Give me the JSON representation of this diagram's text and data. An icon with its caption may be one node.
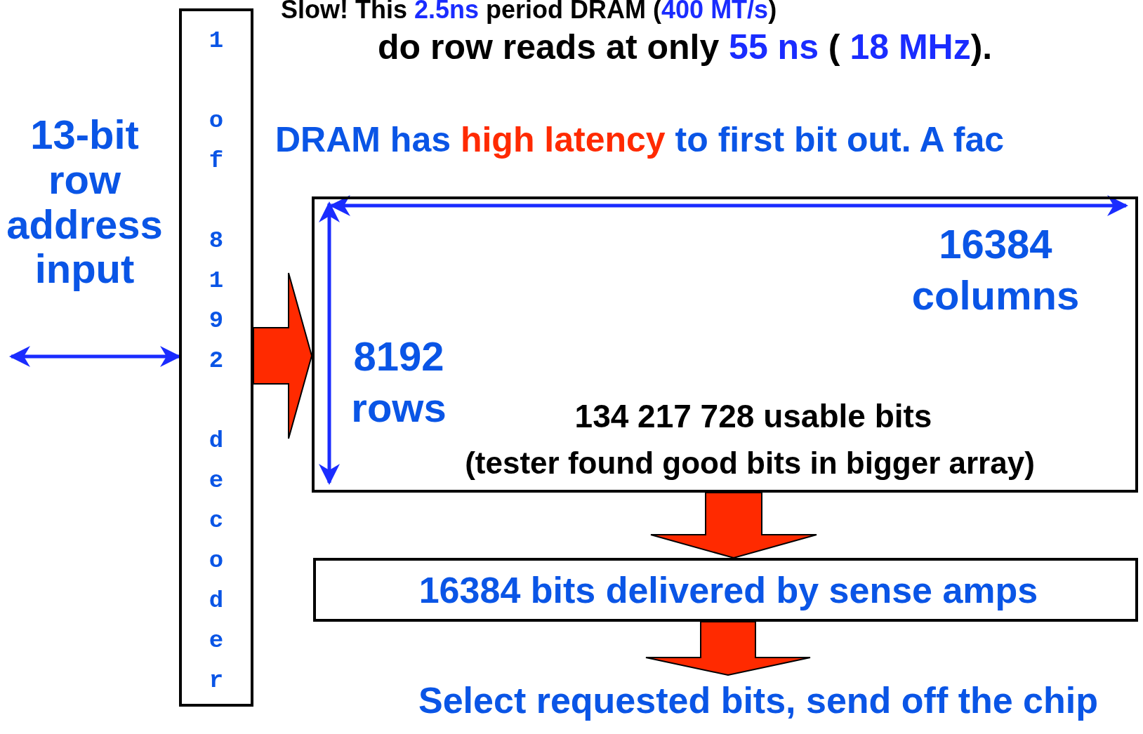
{
  "diagram": {
    "nodes": [
      {
        "text": [
          "13-bit row address input"
        ]
      },
      {
        "text": [
          "1 of 8192 decoder"
        ]
      },
      {
        "text": [
          "16384 columns",
          "8192 rows",
          "134 217 728 usable bits",
          "(tester found good bits in bigger array)"
        ]
      },
      {
        "text": [
          "16384 bits delivered by sense amps"
        ]
      },
      {
        "text": [
          "Select requested bits, send off the chip"
        ]
      }
    ],
    "edges": [
      {
        "from": null,
        "to": 1,
        "arrow": "both",
        "color": "#1a2cff"
      },
      {
        "from": 1,
        "to": 2,
        "arrow": "to"
      },
      {
        "from": 2,
        "to": 3,
        "arrow": "to"
      },
      {
        "from": 3,
        "to": 4,
        "arrow": "to"
      }
    ],
    "labels": [
      "Slow! This ",
      "2.5ns",
      " period DRAM (",
      "400 MT/s",
      ")",
      "do row reads at only ",
      "55 ns",
      " ( ",
      "18 MHz",
      ").",
      "DRAM has ",
      "high latency",
      " to first bit out. A fac"
    ]
  }
}
